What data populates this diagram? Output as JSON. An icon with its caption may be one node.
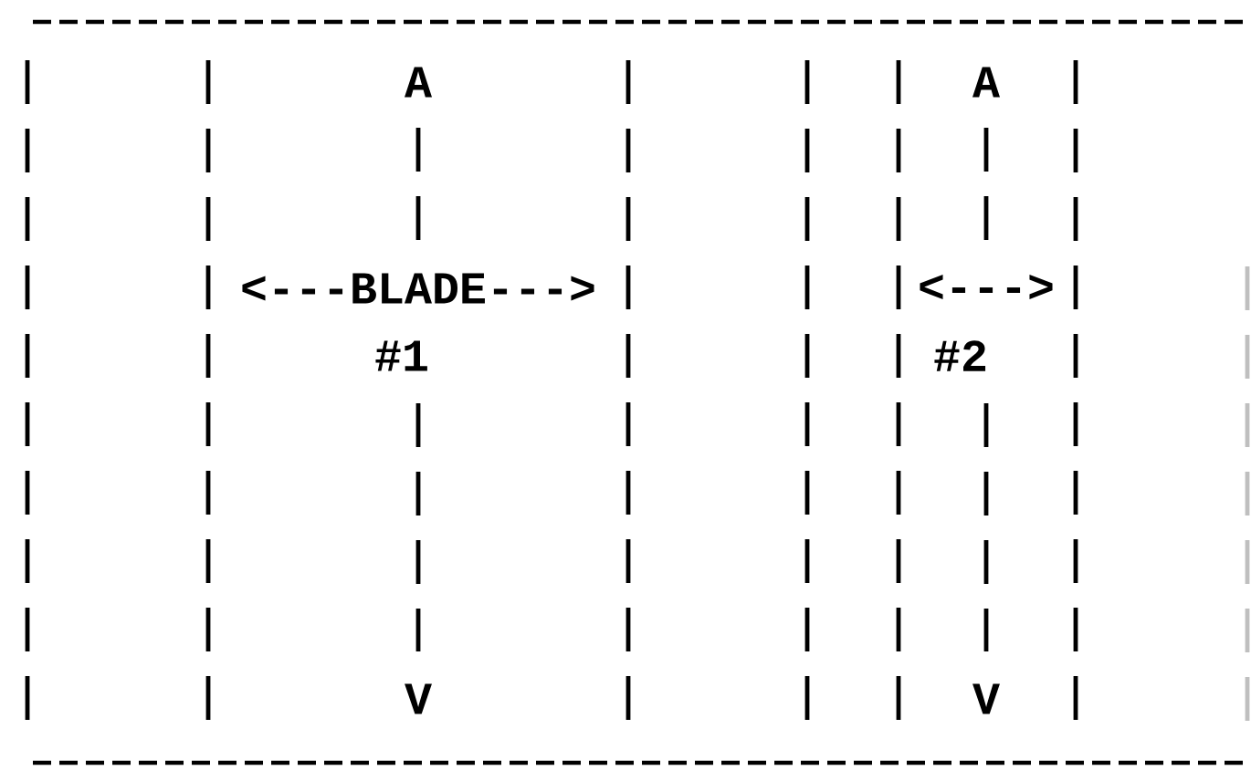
{
  "diagram": {
    "labels": [
      "A",
      "A",
      "<---BLADE--->",
      "<--->",
      "#1",
      "#2",
      "V",
      "V"
    ]
  }
}
